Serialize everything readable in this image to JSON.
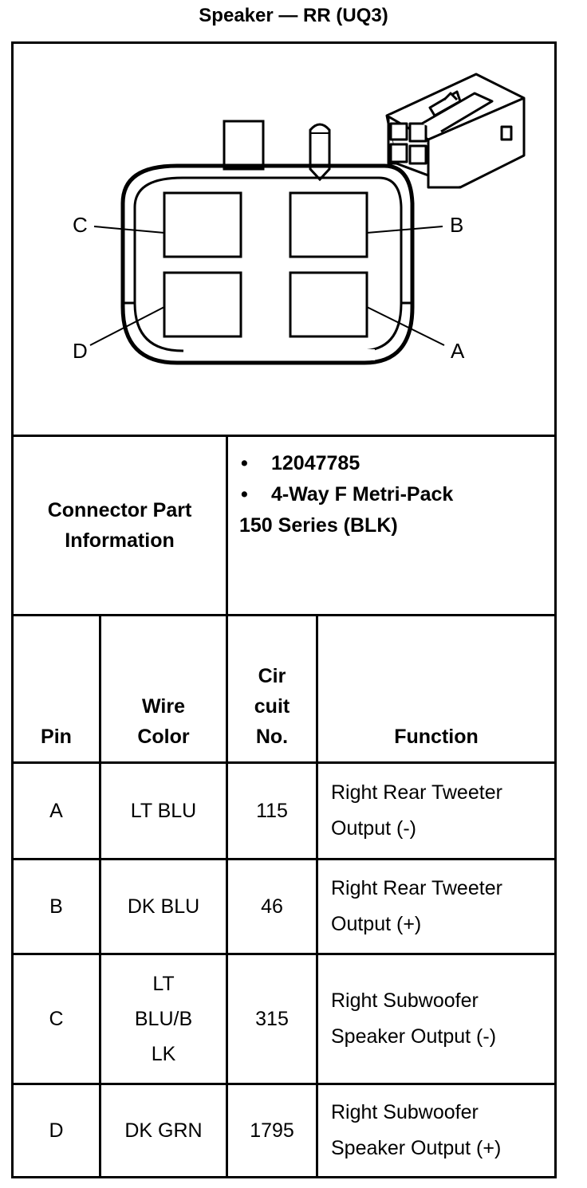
{
  "title": "Speaker — RR (UQ3)",
  "diagram": {
    "pin_labels": {
      "a": "A",
      "b": "B",
      "c": "C",
      "d": "D"
    }
  },
  "connector": {
    "label_line1": "Connector Part",
    "label_line2": "Information",
    "bullet": "•",
    "part_number": "12047785",
    "type_line1": "4-Way F Metri-Pack",
    "type_line2": "150 Series (BLK)"
  },
  "table": {
    "headers": {
      "pin": "Pin",
      "wire_color_1": "Wire",
      "wire_color_2": "Color",
      "circuit_1": "Cir",
      "circuit_2": "cuit",
      "circuit_3": "No.",
      "function": "Function"
    },
    "rows": [
      {
        "pin": "A",
        "wire": [
          "LT BLU"
        ],
        "circuit": "115",
        "function": [
          "Right Rear Tweeter",
          "Output (-)"
        ]
      },
      {
        "pin": "B",
        "wire": [
          "DK BLU"
        ],
        "circuit": "46",
        "function": [
          "Right Rear Tweeter",
          "Output (+)"
        ]
      },
      {
        "pin": "C",
        "wire": [
          "LT",
          "BLU/B",
          "LK"
        ],
        "circuit": "315",
        "function": [
          "Right Subwoofer",
          "Speaker Output (-)"
        ]
      },
      {
        "pin": "D",
        "wire": [
          "DK GRN"
        ],
        "circuit": "1795",
        "function": [
          "Right Subwoofer",
          "Speaker Output (+)"
        ]
      }
    ]
  }
}
